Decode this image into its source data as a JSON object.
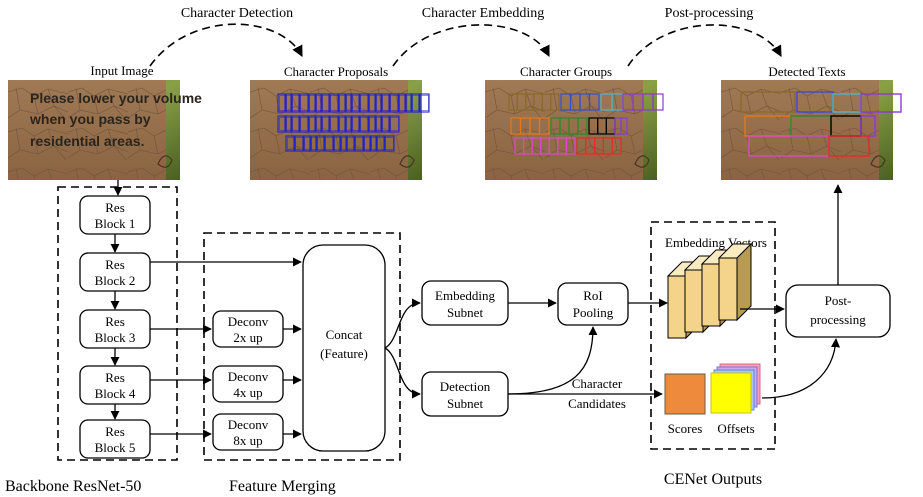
{
  "stages": {
    "detection": "Character Detection",
    "embedding": "Character Embedding",
    "postproc": "Post-processing"
  },
  "images": {
    "input": {
      "title": "Input Image",
      "sign_lines": [
        "Please lower your volume",
        "when you pass by",
        "residential areas."
      ]
    },
    "proposals": {
      "title": "Character Proposals"
    },
    "groups": {
      "title": "Character Groups"
    },
    "detected": {
      "title": "Detected Texts"
    }
  },
  "backbone": {
    "blocks": [
      [
        "Res",
        "Block 1"
      ],
      [
        "Res",
        "Block 2"
      ],
      [
        "Res",
        "Block 3"
      ],
      [
        "Res",
        "Block 4"
      ],
      [
        "Res",
        "Block 5"
      ]
    ],
    "caption": "Backbone ResNet-50"
  },
  "merging": {
    "deconvs": [
      [
        "Deconv",
        "2x up"
      ],
      [
        "Deconv",
        "4x up"
      ],
      [
        "Deconv",
        "8x up"
      ]
    ],
    "concat": [
      "Concat",
      "(Feature)"
    ],
    "caption": "Feature Merging"
  },
  "subnets": {
    "embedding": [
      "Embedding",
      "Subnet"
    ],
    "detection": [
      "Detection",
      "Subnet"
    ],
    "roi": [
      "RoI",
      "Pooling"
    ],
    "candidates": [
      "Character",
      "Candidates"
    ],
    "post": [
      "Post-",
      "processing"
    ]
  },
  "outputs": {
    "embedding_vectors": "Embedding Vectors",
    "scores": "Scores",
    "offsets": "Offsets",
    "caption": "CENet Outputs"
  },
  "colors": {
    "proposal_box": "#2323c8",
    "vector_fill": "#f3d48a",
    "scores_fill": "#ee8a3c",
    "offsets_fill": "#ffff00",
    "group_colors": [
      "#8a6a2a",
      "#3a4ad8",
      "#4ab8c8",
      "#8a3ad8",
      "#e2781e",
      "#2a8a2a",
      "#d84ac8",
      "#e82a2a",
      "#000000"
    ]
  }
}
